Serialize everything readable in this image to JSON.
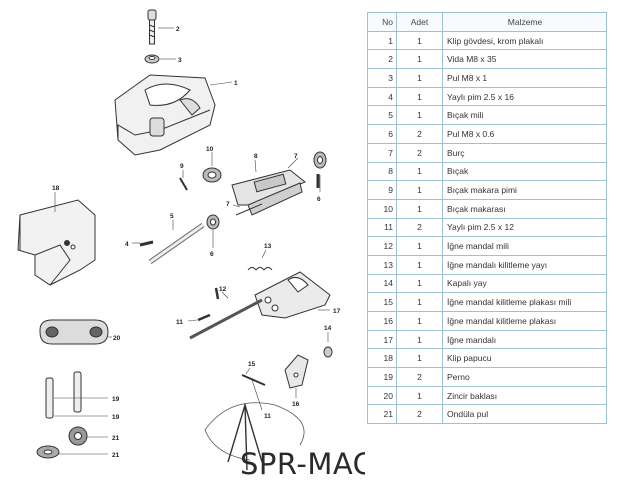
{
  "table": {
    "headers": {
      "no": "No",
      "qty": "Adet",
      "material": "Malzeme"
    },
    "rows": [
      {
        "no": "1",
        "qty": "1",
        "material": "Klip gövdesi, krom plakalı"
      },
      {
        "no": "2",
        "qty": "1",
        "material": "Vida M8 x 35"
      },
      {
        "no": "3",
        "qty": "1",
        "material": "Pul M8 x 1"
      },
      {
        "no": "4",
        "qty": "1",
        "material": "Yaylı pim 2.5 x 16"
      },
      {
        "no": "5",
        "qty": "1",
        "material": "Bıçak mili"
      },
      {
        "no": "6",
        "qty": "2",
        "material": "Pul M8 x 0.6"
      },
      {
        "no": "7",
        "qty": "2",
        "material": "Burç"
      },
      {
        "no": "8",
        "qty": "1",
        "material": "Bıçak"
      },
      {
        "no": "9",
        "qty": "1",
        "material": "Bıçak makara pimi"
      },
      {
        "no": "10",
        "qty": "1",
        "material": "Bıçak makarası"
      },
      {
        "no": "11",
        "qty": "2",
        "material": "Yaylı pim 2.5 x 12"
      },
      {
        "no": "12",
        "qty": "1",
        "material": "İğne mandal mili"
      },
      {
        "no": "13",
        "qty": "1",
        "material": "İğne mandalı kilitleme yayı"
      },
      {
        "no": "14",
        "qty": "1",
        "material": "Kapalı yay"
      },
      {
        "no": "15",
        "qty": "1",
        "material": "İğne mandal kilitleme plakası mili"
      },
      {
        "no": "16",
        "qty": "1",
        "material": "İğne mandal kilitleme plakası"
      },
      {
        "no": "17",
        "qty": "1",
        "material": "İğne mandalı"
      },
      {
        "no": "18",
        "qty": "1",
        "material": "Klip papucu"
      },
      {
        "no": "19",
        "qty": "2",
        "material": "Perno"
      },
      {
        "no": "20",
        "qty": "1",
        "material": "Zincir baklası"
      },
      {
        "no": "21",
        "qty": "2",
        "material": "Ondüla pul"
      }
    ]
  },
  "drawing": {
    "callouts": {
      "c1": "1",
      "c2": "2",
      "c3": "3",
      "c4": "4",
      "c5": "5",
      "c6": "6",
      "c7a": "7",
      "c7b": "7",
      "c8": "8",
      "c9": "9",
      "c10": "10",
      "c11a": "11",
      "c11b": "11",
      "c12": "12",
      "c13": "13",
      "c14": "14",
      "c15": "15",
      "c16": "16",
      "c17": "17",
      "c18": "18",
      "c19a": "19",
      "c19b": "19",
      "c20": "20",
      "c21a": "21",
      "c21b": "21"
    },
    "brand": "SPR-MAC"
  }
}
